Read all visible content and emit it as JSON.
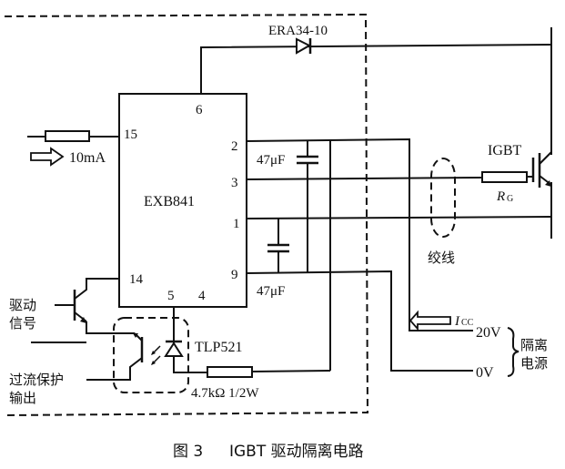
{
  "figure": {
    "caption_number": "图 3",
    "caption_title": "IGBT 驱动隔离电路"
  },
  "components": {
    "driver_ic": {
      "label": "EXB841",
      "pins": {
        "p6": "6",
        "p15": "15",
        "p2": "2",
        "p3": "3",
        "p1": "1",
        "p14": "14",
        "p9": "9",
        "p5": "5",
        "p4": "4"
      }
    },
    "diode": {
      "label": "ERA34-10"
    },
    "capacitor_top": {
      "label": "47μF"
    },
    "capacitor_bottom": {
      "label": "47μF"
    },
    "input_current": {
      "label": "10mA"
    },
    "optocoupler": {
      "label": "TLP521"
    },
    "resistor_opto": {
      "label": "4.7kΩ  1/2W"
    },
    "igbt": {
      "label": "IGBT"
    },
    "gate_resistor": {
      "label_main": "R",
      "label_sub": "G"
    },
    "twisted_pair": {
      "label": "绞线"
    },
    "supply_current": {
      "label_main": "I",
      "label_sub": "CC"
    },
    "supply": {
      "v_high": "20V",
      "v_low": "0V",
      "label_line1": "隔离",
      "label_line2": "电源"
    }
  },
  "signals": {
    "drive_line1": "驱动",
    "drive_line2": "信号",
    "overcurrent_line1": "过流保护",
    "overcurrent_line2": "输出"
  }
}
